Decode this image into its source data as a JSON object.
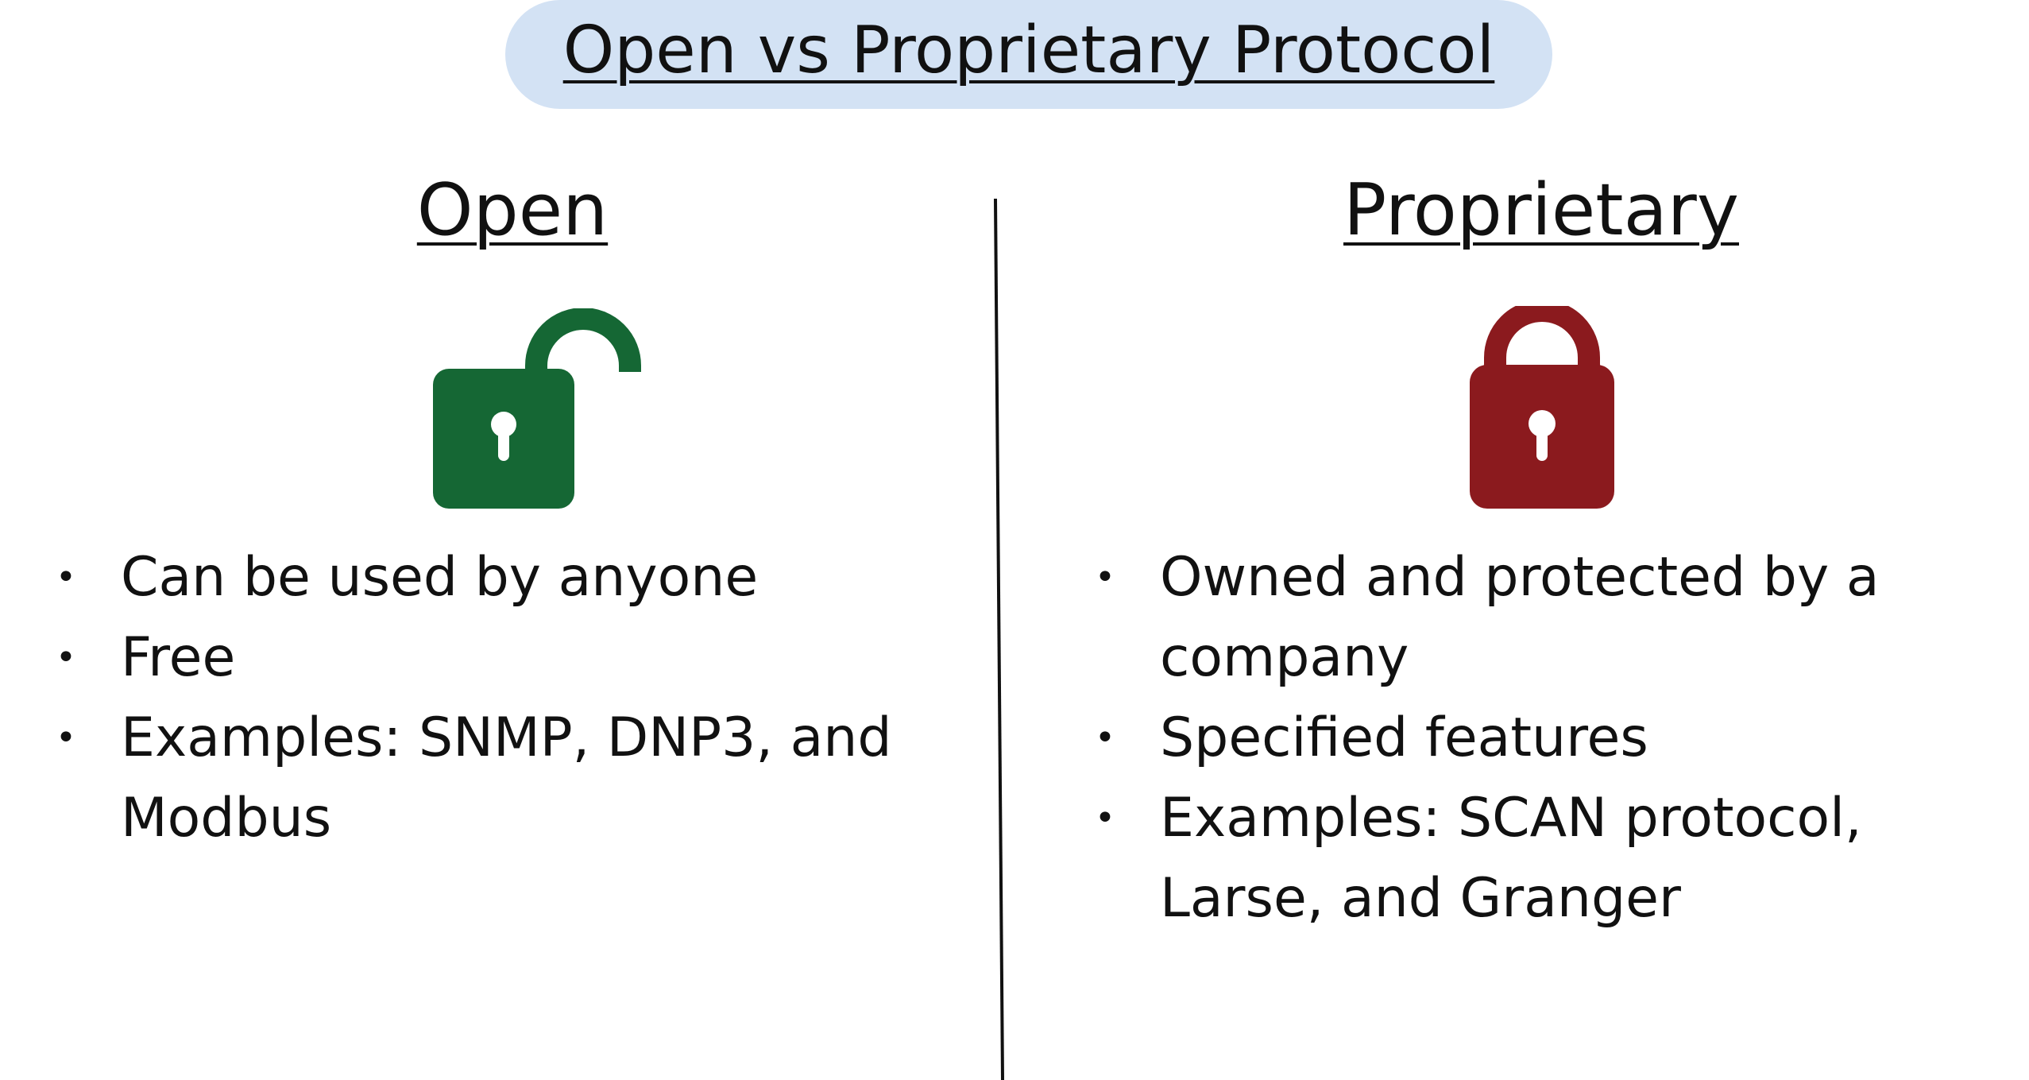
{
  "title": "Open vs Proprietary Protocol",
  "open": {
    "heading": "Open",
    "icon": "unlocked-padlock-icon",
    "color": "#156734",
    "items": [
      "Can be used by anyone",
      "Free",
      "Examples: SNMP, DNP3, and Modbus"
    ]
  },
  "proprietary": {
    "heading": "Proprietary",
    "icon": "locked-padlock-icon",
    "color": "#8b1a1e",
    "items": [
      "Owned and protected by a company",
      "Specified features",
      "Examples:  SCAN protocol, Larse, and Granger"
    ]
  },
  "colors": {
    "title_background": "#d3e2f4",
    "text": "#111111",
    "divider": "#111111"
  }
}
